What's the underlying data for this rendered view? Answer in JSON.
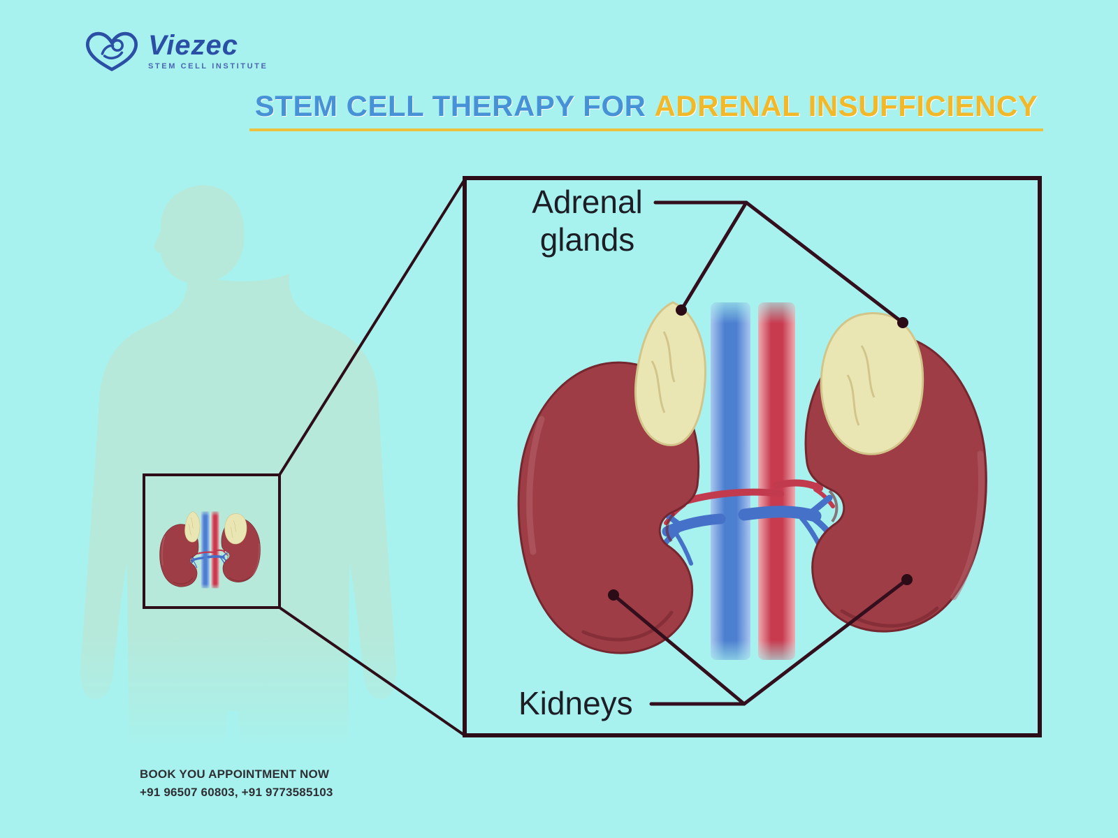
{
  "page": {
    "background": "#a7f2ee"
  },
  "logo": {
    "brand": "Viezec",
    "tagline": "STEM CELL INSTITUTE",
    "color": "#2b4fa5"
  },
  "title": {
    "prefix": "STEM CELL THERAPY FOR",
    "highlight": "ADRENAL INSUFFICIENCY",
    "prefix_color": "#4791d6",
    "highlight_color": "#f1b82a",
    "underline_color": "#ecc23c"
  },
  "diagram": {
    "label_adrenal": "Adrenal glands",
    "label_kidneys": "Kidneys",
    "colors": {
      "kidney": "#9e3d45",
      "kidney_outline": "#76262f",
      "adrenal_gland": "#eae6b4",
      "vein": "#4d7fd0",
      "artery": "#c83a4e",
      "box_outline": "#2d0d18",
      "silhouette": "#b6e9da"
    }
  },
  "footer": {
    "line1": "BOOK YOU APPOINTMENT NOW",
    "line2": "+91 96507 60803, +91 9773585103"
  }
}
